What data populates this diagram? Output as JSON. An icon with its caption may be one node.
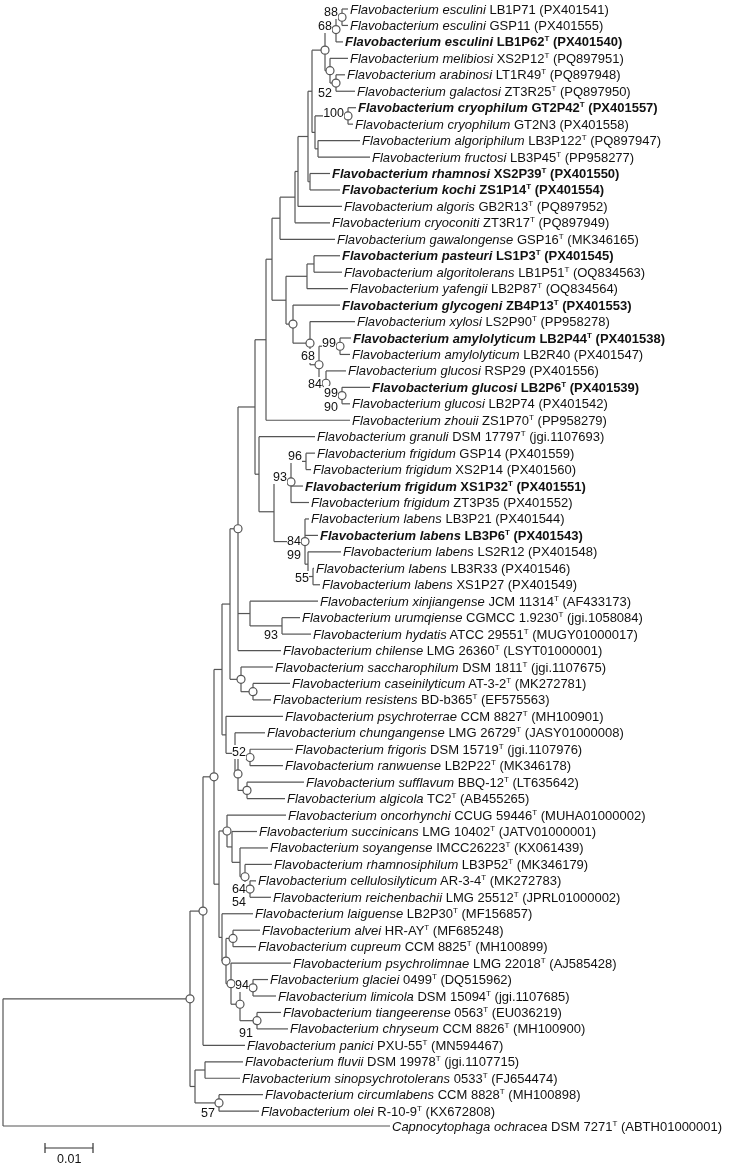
{
  "diagram": {
    "labels": [
      "*Flavobacterium esculini* LB1P71 (PX401541)",
      "*Flavobacterium esculini* GSP11 (PX401555)",
      "*Flavobacterium esculini* LB1P62$^{T}$ (PX401540)",
      "*Flavobacterium melibiosi* XS2P12$^{T}$ (PQ897951)",
      "*Flavobacterium arabinosi* LT1R49$^{T}$ (PQ897948)",
      "*Flavobacterium galactosi* ZT3R25$^{T}$ (PQ897950)",
      "*Flavobacterium cryophilum* GT2P42$^{T}$ (PX401557)",
      "*Flavobacterium cryophilum* GT2N3 (PX401558)",
      "*Flavobacterium algoriphilum* LB3P122$^{T}$ (PQ897947)",
      "*Flavobacterium fructosi* LB3P45$^{T}$ (PP958277)",
      "*Flavobacterium rhamnosi* XS2P39$^{T}$ (PX401550)",
      "*Flavobacterium kochi* ZS1P14$^{T}$ (PX401554)",
      "*Flavobacterium algoris* GB2R13$^{T}$ (PQ897952)",
      "*Flavobacterium cryoconiti* ZT3R17$^{T}$ (PQ897949)",
      "*Flavobacterium gawalongense* GSP16$^{T}$ (MK346165)",
      "*Flavobacterium pasteuri* LS1P3$^{T}$ (PX401545)",
      "*Flavobacterium algoritolerans* LB1P51$^{T}$ (OQ834563)",
      "*Flavobacterium yafengii* LB2P87$^{T}$ (OQ834564)",
      "*Flavobacterium glycogeni* ZB4P13$^{T}$ (PX401553)",
      "*Flavobacterium xylosi* LS2P90$^{T}$ (PP958278)",
      "*Flavobacterium amylolyticum* LB2P44$^{T}$ (PX401538)",
      "*Flavobacterium amylolyticum* LB2R40 (PX401547)",
      "*Flavobacterium glucosi* RSP29 (PX401556)",
      "*Flavobacterium glucosi* LB2P6$^{T}$ (PX401539)",
      "*Flavobacterium glucosi* LB2P74 (PX401542)",
      "*Flavobacterium zhouii* ZS1P70$^{T}$ (PP958279)",
      "*Flavobacterium granuli* DSM 17797$^{T}$ (jgi.1107693)",
      "*Flavobacterium frigidum* GSP14 (PX401559)",
      "*Flavobacterium frigidum* XS2P14 (PX401560)",
      "*Flavobacterium frigidum* XS1P32$^{T}$ (PX401551)",
      "*Flavobacterium frigidum* ZT3P35 (PX401552)",
      "*Flavobacterium labens* LB3P21 (PX401544)",
      "*Flavobacterium labens* LB3P6$^{T}$ (PX401543)",
      "*Flavobacterium labens* LS2R12 (PX401548)",
      "*Flavobacterium labens* LB3R33 (PX401546)",
      "*Flavobacterium labens* XS1P27 (PX401549)",
      "*Flavobacterium xinjiangense* JCM 11314$^{T}$ (AF433173)",
      "*Flavobacterium urumqiense* CGMCC 1.9230$^{T}$ (jgi.1058084)",
      "*Flavobacterium hydatis* ATCC 29551$^{T}$ (MUGY01000017)",
      "*Flavobacterium chilense* LMG 26360$^{T}$ (LSYT01000001)",
      "*Flavobacterium saccharophilum* DSM 1811$^{T}$ (jgi.1107675)",
      "*Flavobacterium caseinilyticum* AT-3-2$^{T}$ (MK272781)",
      "*Flavobacterium resistens* BD-b365$^{T}$ (EF575563)",
      "*Flavobacterium psychroterrae* CCM 8827$^{T}$ (MH100901)",
      "*Flavobacterium chungangense* LMG 26729$^{T}$ (JASY01000008)",
      "*Flavobacterium frigoris* DSM 15719$^{T}$ (jgi.1107976)",
      "*Flavobacterium ranwuense* LB2P22$^{T}$ (MK346178)",
      "*Flavobacterium sufflavum* BBQ-12$^{T}$ (LT635642)",
      "*Flavobacterium algicola* TC2$^{T}$ (AB455265)",
      "*Flavobacterium oncorhynchi* CCUG 59446$^{T}$ (MUHA01000002)",
      "*Flavobacterium succinicans* LMG 10402$^{T}$ (JATV01000001)",
      "*Flavobacterium soyangense* IMCC26223$^{T}$ (KX061439)",
      "*Flavobacterium rhamnosiphilum* LB3P52$^{T}$ (MK346179)",
      "*Flavobacterium cellulosilyticum* AR-3-4$^{T}$ (MK272783)",
      "*Flavobacterium reichenbachii* LMG 25512$^{T}$ (JPRL01000002)",
      "*Flavobacterium laiguense* LB2P30$^{T}$ (MF156857)",
      "*Flavobacterium alvei* HR-AY$^{T}$ (MF685248)",
      "*Flavobacterium cupreum* CCM 8825$^{T}$ (MH100899)",
      "*Flavobacterium psychrolimnae* LMG 22018$^{T}$ (AJ585428)",
      "*Flavobacterium glaciei* 0499$^{T}$ (DQ515962)",
      "*Flavobacterium limicola* DSM 15094$^{T}$ (jgi.1107685)",
      "*Flavobacterium tiangeerense* 0563$^{T}$ (EU036219)",
      "*Flavobacterium chryseum* CCM 8826$^{T}$ (MH100900)",
      "*Flavobacterium panici* PXU-55$^{T}$ (MN594467)",
      "*Flavobacterium fluvii* DSM 19978$^{T}$ (jgi.1107715)",
      "*Flavobacterium sinopsychrotolerans* 0533$^{T}$ (FJ654474)",
      "*Flavobacterium circumlabens* CCM 8828$^{T}$ (MH100898)",
      "*Flavobacterium olei* R-10-9$^{T}$ (KX672808)",
      "*Capnocytophaga ochracea* DSM 7271$^{T}$ (ABTH01000001)",
      "88",
      "68",
      "52",
      "100",
      "99",
      "68",
      "84",
      "99",
      "90",
      "96",
      "93",
      "84",
      "99",
      "55",
      "93",
      "52",
      "64",
      "54",
      "94",
      "91",
      "57",
      "0.01"
    ]
  }
}
